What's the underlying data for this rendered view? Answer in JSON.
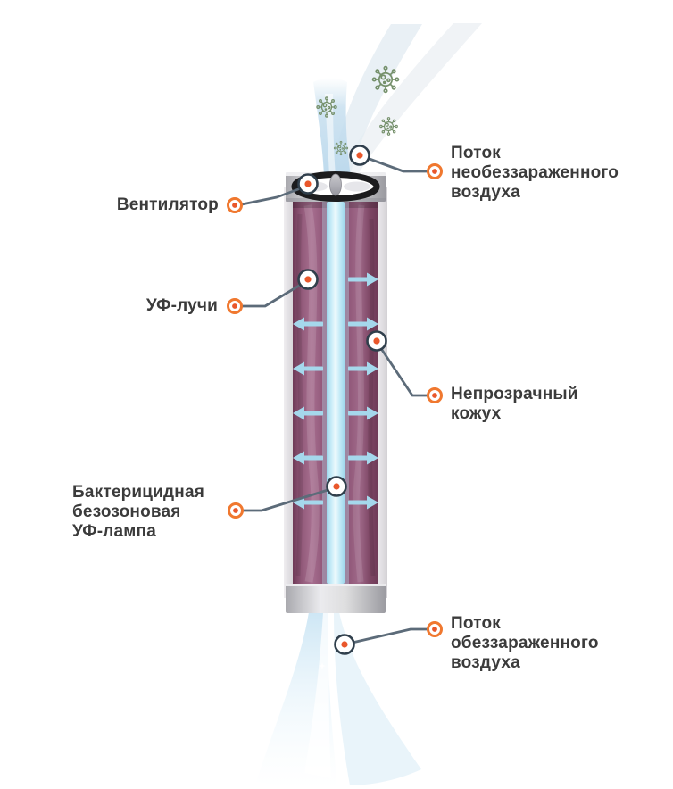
{
  "labels": {
    "fan": {
      "lines": [
        "Вентилятор"
      ]
    },
    "inflow": {
      "lines": [
        "Поток",
        "необеззараженного",
        "воздуха"
      ]
    },
    "uv_rays": {
      "lines": [
        "УФ-лучи"
      ]
    },
    "casing": {
      "lines": [
        "Непрозрачный",
        "кожух"
      ]
    },
    "lamp": {
      "lines": [
        "Бактерицидная",
        "безозоновая",
        "УФ-лампа"
      ]
    },
    "outflow": {
      "lines": [
        "Поток",
        "обеззараженного",
        "воздуха"
      ]
    }
  },
  "icons": {
    "virus": "virus-icon",
    "sparkle": "sparkle-icon",
    "fan": "fan-icon",
    "point_marker": "point-marker",
    "label_marker": "label-marker",
    "uv_arrow": "uv-ray-arrow"
  },
  "colors": {
    "background": "#ffffff",
    "text": "#3b3b3b",
    "leader_line": "#5c6b79",
    "marker_border_slate": "#303f4c",
    "marker_dot_orange": "#e9572b",
    "marker_ring_orange": "#f0782f",
    "arrow_blue": "#a5d8ec",
    "lamp_blue": "#bfe7f5",
    "tube_purple": "#96607f",
    "tube_purple_dark": "#6e3a57",
    "cap_gray": "#cdcdd1",
    "fan_ring_black": "#1c1c1e",
    "virus_green": "#75906b",
    "stream_blue": "#cfe3ef",
    "stream_pale": "#e9eff4",
    "sparkle_white": "#ffffff"
  }
}
